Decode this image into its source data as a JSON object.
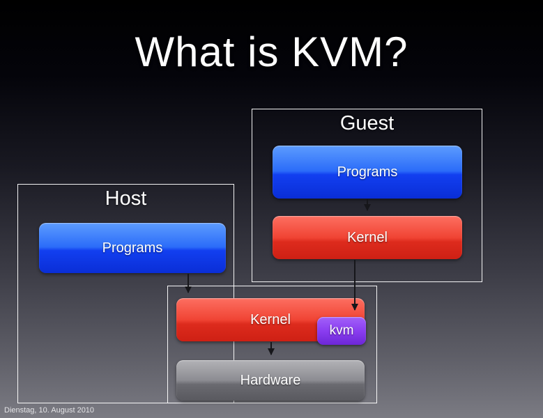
{
  "slide": {
    "title": "What is KVM?",
    "footer": "Dienstag, 10. August 2010"
  },
  "guest": {
    "label": "Guest",
    "programs_label": "Programs",
    "kernel_label": "Kernel"
  },
  "host": {
    "label": "Host",
    "programs_label": "Programs",
    "kernel_label": "Kernel",
    "kvm_label": "kvm",
    "hardware_label": "Hardware"
  },
  "diagram": {
    "arrows": [
      {
        "from": "guest-programs",
        "to": "guest-kernel"
      },
      {
        "from": "guest-kernel",
        "to": "host-kernel-kvm"
      },
      {
        "from": "host-programs",
        "to": "host-kernel"
      },
      {
        "from": "host-kernel",
        "to": "hardware"
      }
    ]
  },
  "colors": {
    "programs_blue": "#1f53f2",
    "kernel_red": "#e03325",
    "kvm_purple": "#8a3df0",
    "hardware_gray": "#87878d",
    "frame_border": "#ffffff",
    "arrow": "#16161a",
    "background_top": "#000000",
    "background_bottom": "#7b7b83"
  }
}
